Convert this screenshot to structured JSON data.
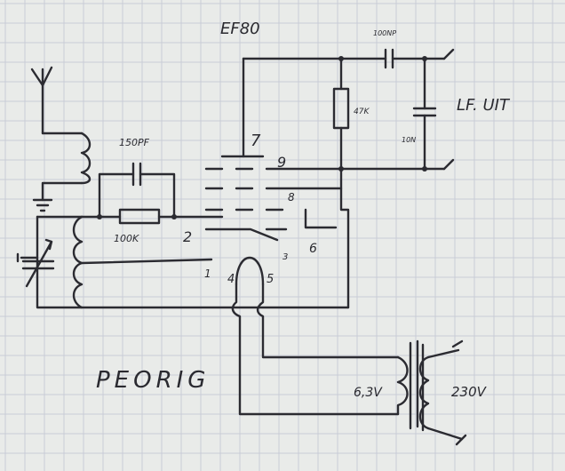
{
  "diagram": {
    "tube_label": "EF80",
    "cap_top_label": "100NP",
    "resistor_plate_label": "47K",
    "cap_right_label": "10N",
    "output_label": "LF. UIT",
    "grid_cap_label": "150PF",
    "grid_resistor_label": "100K",
    "pin_labels": [
      "7",
      "9",
      "8",
      "2",
      "6",
      "1",
      "3",
      "4",
      "5"
    ],
    "heater_label": "6,3V",
    "mains_label": "230V",
    "footer_label": "PEORIG",
    "ink_color": "#2b2b31",
    "paper_color": "#e9ebe9",
    "grid_color": "#c9ccd6"
  }
}
